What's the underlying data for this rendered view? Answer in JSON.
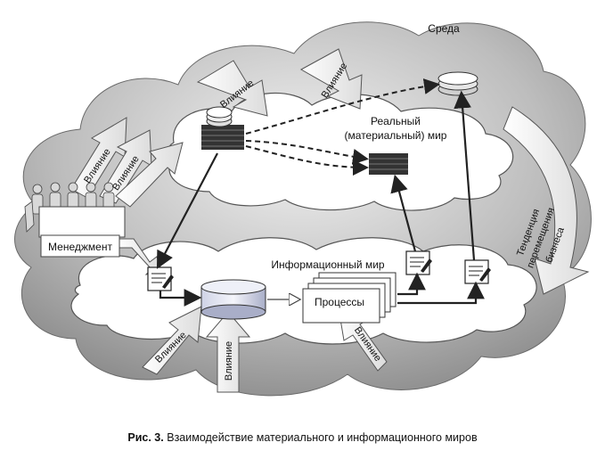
{
  "labels": {
    "environment": "Среда",
    "real_world_line1": "Реальный",
    "real_world_line2": "(материальный) мир",
    "info_world": "Информационный мир",
    "processes": "Процессы",
    "management": "Менеджмент",
    "trend_line1": "Тенденция",
    "trend_line2": "перемещения",
    "trend_line3": "бизнеса"
  },
  "influence": {
    "label": "Влияние"
  },
  "caption": {
    "prefix": "Рис. 3.",
    "text": "Взаимодействие материального и информационного миров"
  }
}
